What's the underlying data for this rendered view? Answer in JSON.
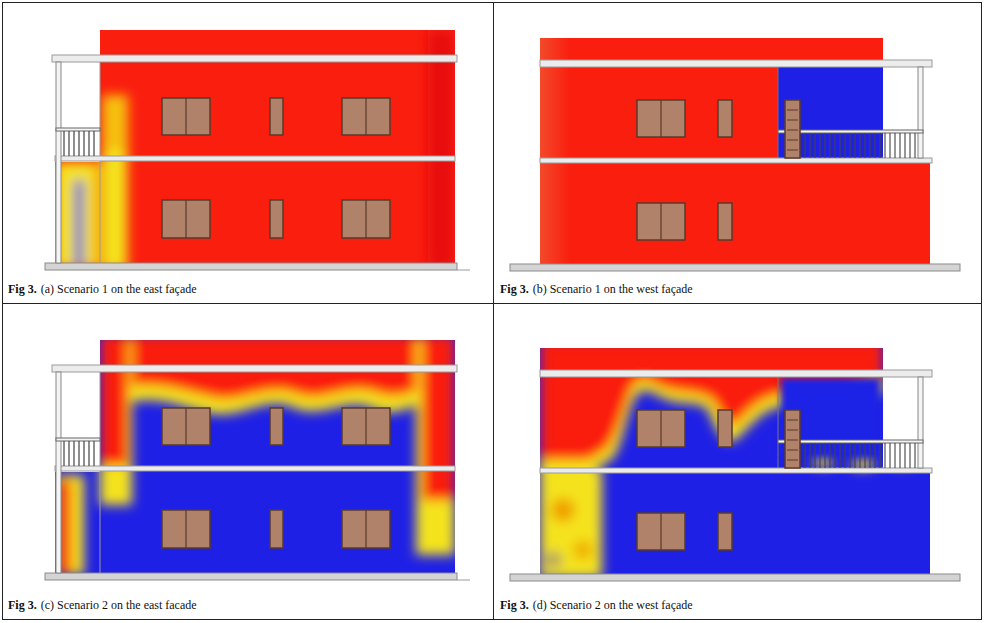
{
  "diagram": {
    "labels": [
      "Fig 3.",
      "(a) Scenario 1 on the east façade",
      "Fig 3.",
      "(b) Scenario 1 on the west façade",
      "Fig 3.",
      "(c) Scenario 2 on the east facade",
      "Fig 3.",
      "(d) Scenario 2 on the west façade"
    ]
  }
}
